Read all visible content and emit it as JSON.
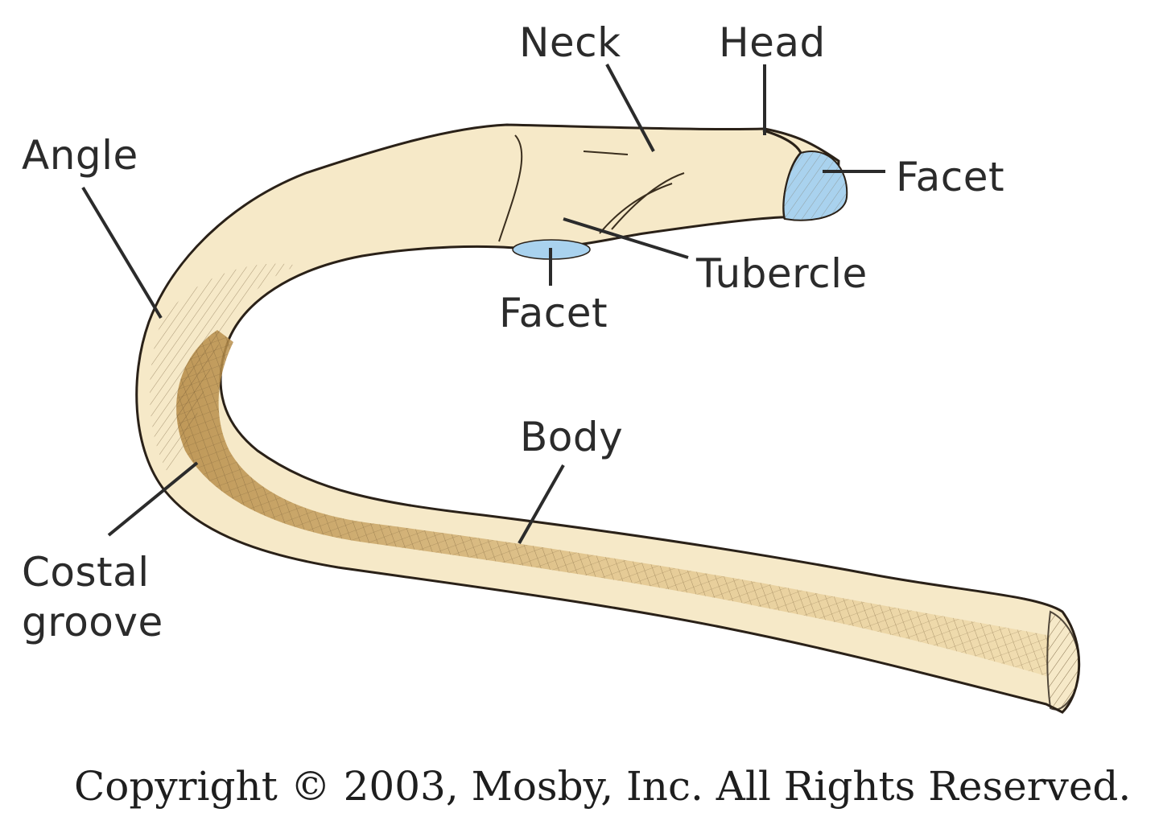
{
  "labels": {
    "neck": "Neck",
    "head": "Head",
    "facet_head": "Facet",
    "angle": "Angle",
    "tubercle": "Tubercle",
    "facet_tubercle": "Facet",
    "body": "Body",
    "costal_groove_line1": "Costal",
    "costal_groove_line2": "groove"
  },
  "copyright": "Copyright © 2003, Mosby, Inc. All Rights Reserved.",
  "colors": {
    "bone": "#f6e9c8",
    "bone_shade": "#d9b978",
    "groove_dark": "#7a5a22",
    "facet": "#a9d2ee",
    "outline": "#2a2118",
    "leader": "#2b2b2b"
  }
}
